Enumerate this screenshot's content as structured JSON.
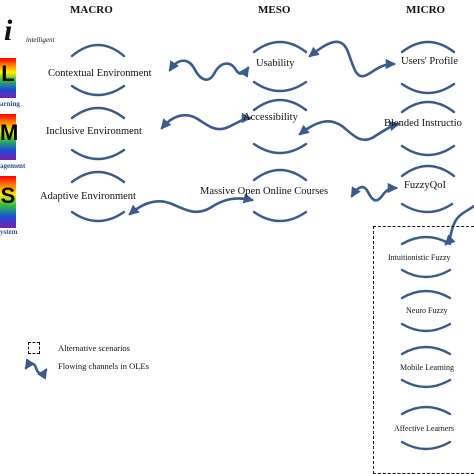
{
  "logo": {
    "letter": "i",
    "subtitle": "intelligent"
  },
  "lms": [
    {
      "letter": "L",
      "word": "arning"
    },
    {
      "letter": "M",
      "word": "agement"
    },
    {
      "letter": "S",
      "word": "ystem"
    }
  ],
  "columns": {
    "macro": "MACRO",
    "meso": "MESO",
    "micro": "MICRO"
  },
  "macro_nodes": [
    "Contextual Environment",
    "Inclusive Environment",
    "Adaptive Environment"
  ],
  "meso_nodes": [
    "Usability",
    "Accessibility",
    "Massive Open Online Courses"
  ],
  "micro_nodes": [
    "Users' Profile",
    "Blended Instructio",
    "FuzzyQoI"
  ],
  "alternatives": [
    "Intuitionistic Fuzzy",
    "Neuro Fuzzy",
    "Mobile Learning",
    "Affective Learners"
  ],
  "legend": {
    "scenarios": "Alternative scenarios",
    "channels": "Flowing channels in OLEs"
  },
  "colors": {
    "arc": "#3a5a8c",
    "wave": "#3b5b8e"
  }
}
